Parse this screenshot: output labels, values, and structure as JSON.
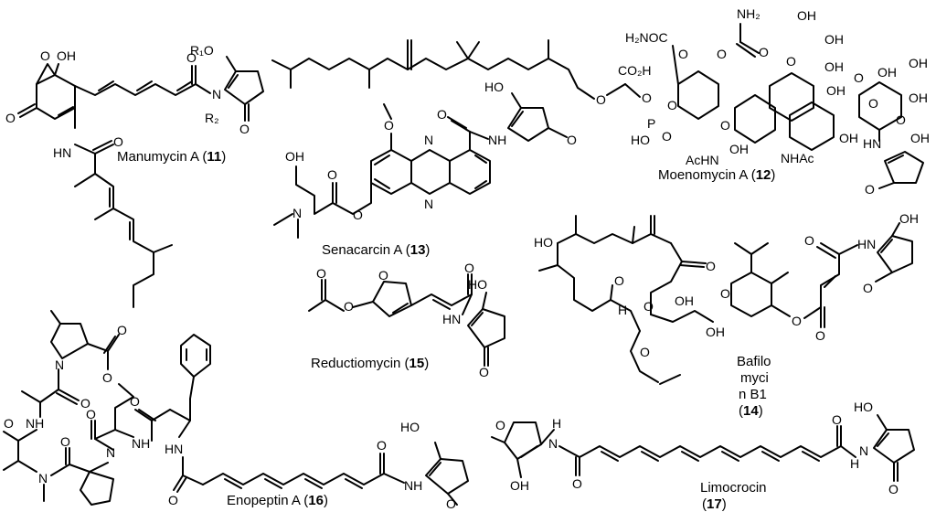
{
  "compounds": [
    {
      "id": "11",
      "name": "Manumycin A",
      "label_open": "Manumycin A (",
      "number": "11",
      "label_close": ")"
    },
    {
      "id": "12",
      "name": "Moenomycin A",
      "label_open": "Moenomycin A (",
      "number": "12",
      "label_close": ")"
    },
    {
      "id": "13",
      "name": "Senacarcin A",
      "label_open": "Senacarcin A (",
      "number": "13",
      "label_close": ")"
    },
    {
      "id": "14",
      "name": "Bafilomycin B1",
      "line1": "Bafilo",
      "line2": "myci",
      "line3": "n B1",
      "line4_open": "(",
      "number": "14",
      "line4_close": ")"
    },
    {
      "id": "15",
      "name": "Reductiomycin",
      "label_open": "Reductiomycin (",
      "number": "15",
      "label_close": ")"
    },
    {
      "id": "16",
      "name": "Enopeptin A",
      "label_open": "Enopeptin A (",
      "number": "16",
      "label_close": ")"
    },
    {
      "id": "17",
      "name": "Limocrocin",
      "line1": "Limocrocin",
      "line2_open": "(",
      "number": "17",
      "line2_close": ")"
    }
  ],
  "atoms": {
    "O": "O",
    "OH": "OH",
    "HO": "HO",
    "HN": "HN",
    "NH": "NH",
    "N": "N",
    "H": "H",
    "NHAc": "NHAc",
    "AcHN": "AcHN",
    "R1": "R1",
    "R2": "R2",
    "R1O": "R₁O",
    "R2sub": "R₂",
    "NH2": "NH₂",
    "H2NOC": "H₂NOC",
    "CO2H": "CO₂H",
    "P": "P"
  }
}
